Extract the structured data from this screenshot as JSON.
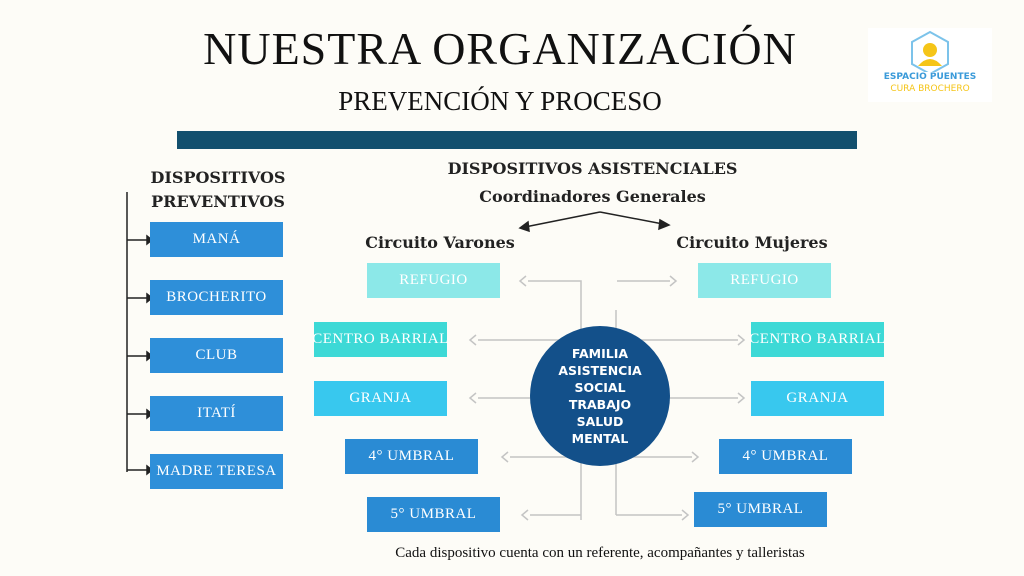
{
  "title": "NUESTRA ORGANIZACIÓN",
  "subtitle": "PREVENCIÓN Y PROCESO",
  "logo": {
    "line1": "ESPACIO PUENTES",
    "line2": "CURA BROCHERO"
  },
  "preventivos": {
    "heading1": "DISPOSITIVOS",
    "heading2": "PREVENTIVOS",
    "items": [
      "MANÁ",
      "BROCHERITO",
      "CLUB",
      "ITATÍ",
      "MADRE TERESA"
    ]
  },
  "asistenciales": {
    "heading": "DISPOSITIVOS ASISTENCIALES",
    "coordinators": "Coordinadores Generales",
    "varones": {
      "label": "Circuito Varones",
      "items": [
        "REFUGIO",
        "CENTRO BARRIAL",
        "GRANJA",
        "4° UMBRAL",
        "5° UMBRAL"
      ]
    },
    "mujeres": {
      "label": "Circuito Mujeres",
      "items": [
        "REFUGIO",
        "CENTRO BARRIAL",
        "GRANJA",
        "4° UMBRAL",
        "5° UMBRAL"
      ]
    },
    "center": [
      "FAMILIA",
      "ASISTENCIA",
      "SOCIAL",
      "TRABAJO",
      "SALUD",
      "MENTAL"
    ]
  },
  "footer": "Cada dispositivo cuenta con un referente, acompañantes y talleristas",
  "colors": {
    "bar": "#13506e",
    "circle": "#13508a",
    "refugio": "#8ce8e8",
    "centro": "#3dd9d6",
    "granja": "#38c8ee",
    "umbral": "#2a8bd4"
  }
}
